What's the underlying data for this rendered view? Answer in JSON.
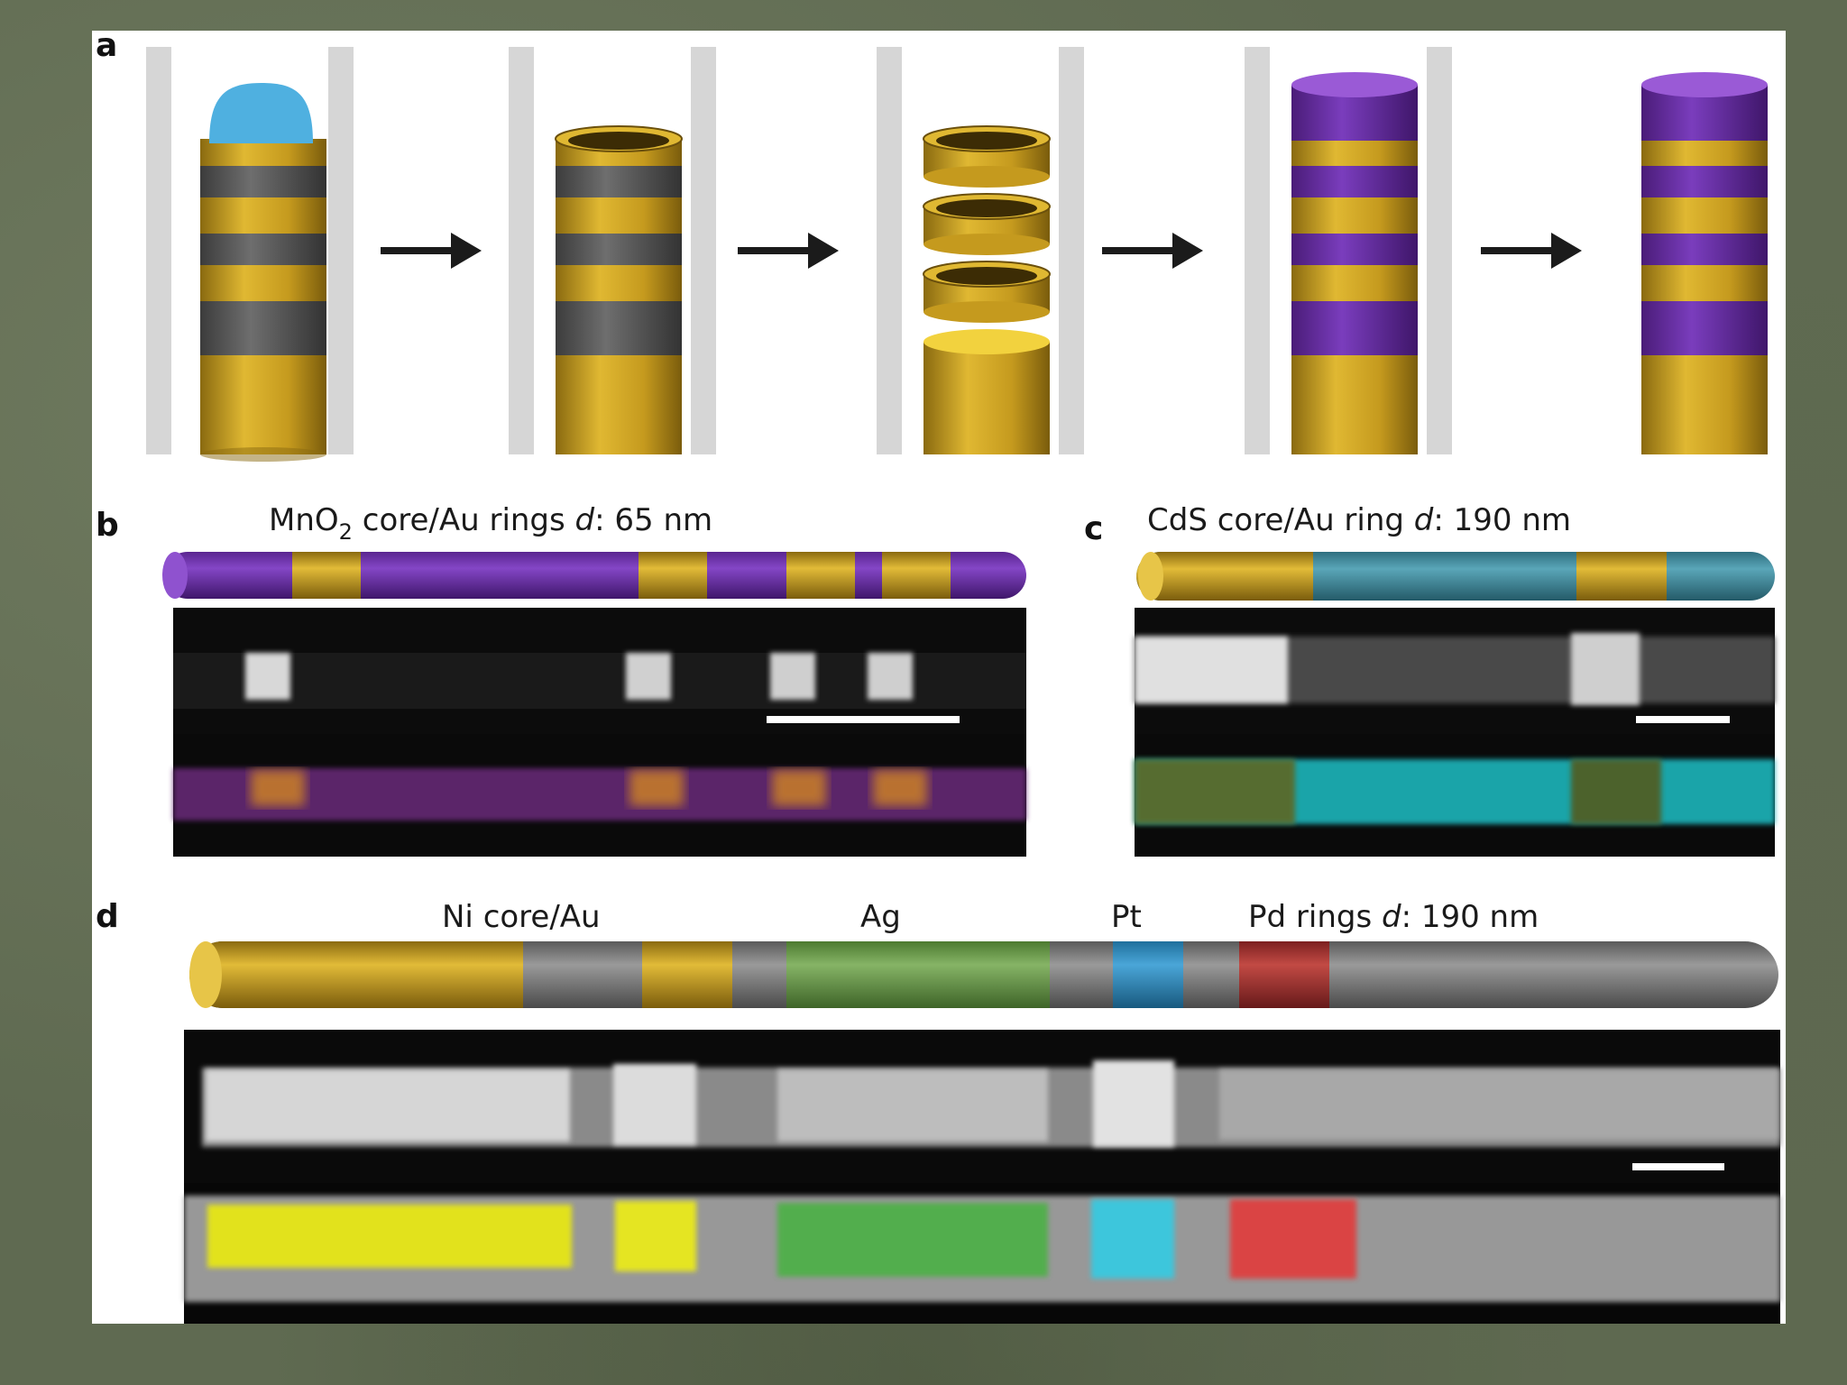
{
  "figure": {
    "panels": {
      "a": {
        "letter": "a"
      },
      "b": {
        "letter": "b",
        "title_prefix": "MnO",
        "title_sub": "2",
        "title_mid": " core/Au rings ",
        "title_d": "d",
        "title_suffix": ": 65 nm"
      },
      "c": {
        "letter": "c",
        "title_prefix": "CdS core/Au ring ",
        "title_d": "d",
        "title_suffix": ": 190 nm"
      },
      "d": {
        "letter": "d",
        "labels": [
          "Ni core/Au",
          "Ag",
          "Pt"
        ],
        "last_prefix": "Pd rings ",
        "last_d": "d",
        "last_suffix": ": 190 nm"
      }
    },
    "colors": {
      "gold": "#c9a227",
      "purple": "#6b2fa3",
      "teal": "#3f8fa0",
      "green": "#6b9a4a",
      "blue": "#2f8fc4",
      "red": "#a8322f",
      "gray": "#7a7a7a",
      "template": "#d6d6d6",
      "cap_blue": "#4fb0e0"
    }
  }
}
